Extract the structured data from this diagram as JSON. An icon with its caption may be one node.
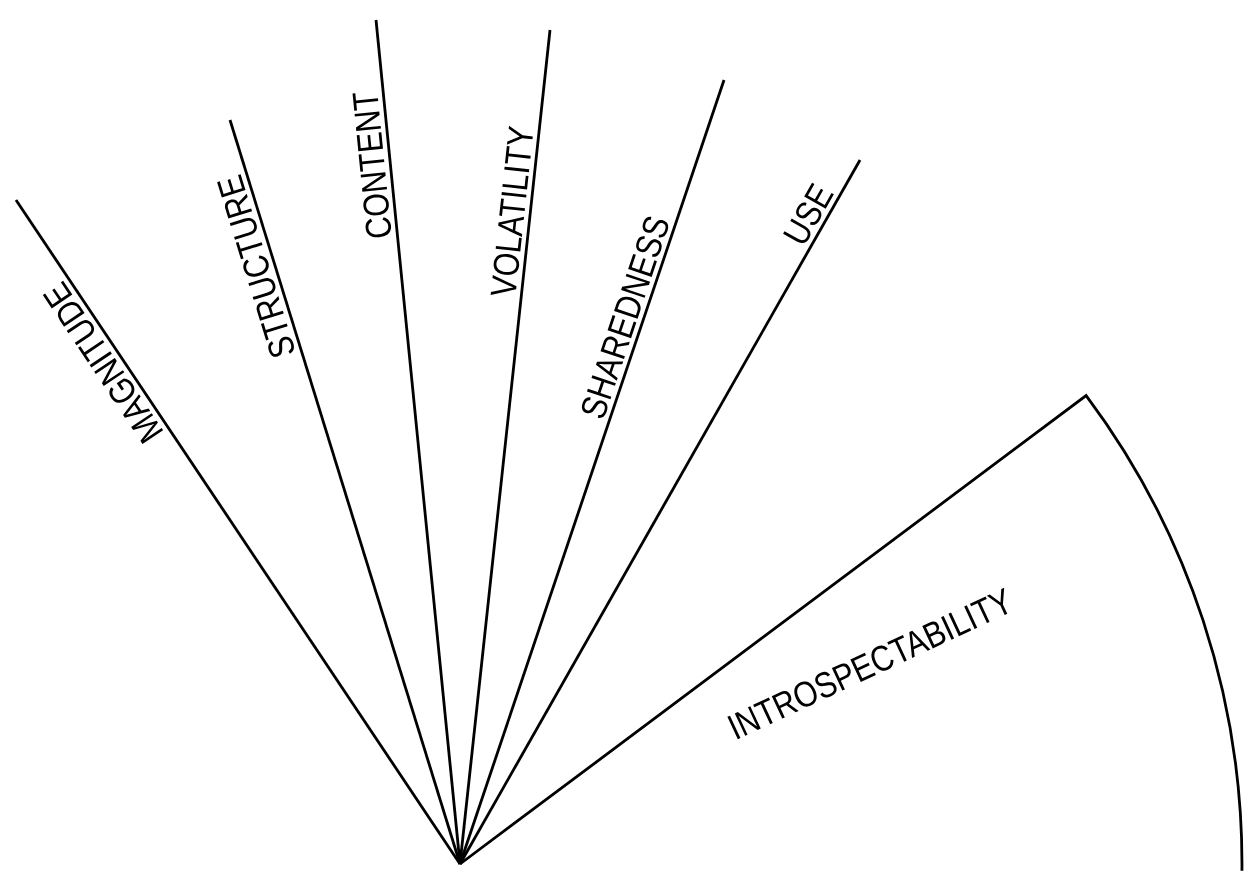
{
  "diagram": {
    "nodes": [
      {
        "text": [
          "INTROSPECTABILITY"
        ]
      }
    ],
    "labels": [
      "MAGNITUDE",
      "STRUCTURE",
      "CONTENT",
      "VOLATILITY",
      "SHAREDNESS",
      "USE"
    ]
  }
}
